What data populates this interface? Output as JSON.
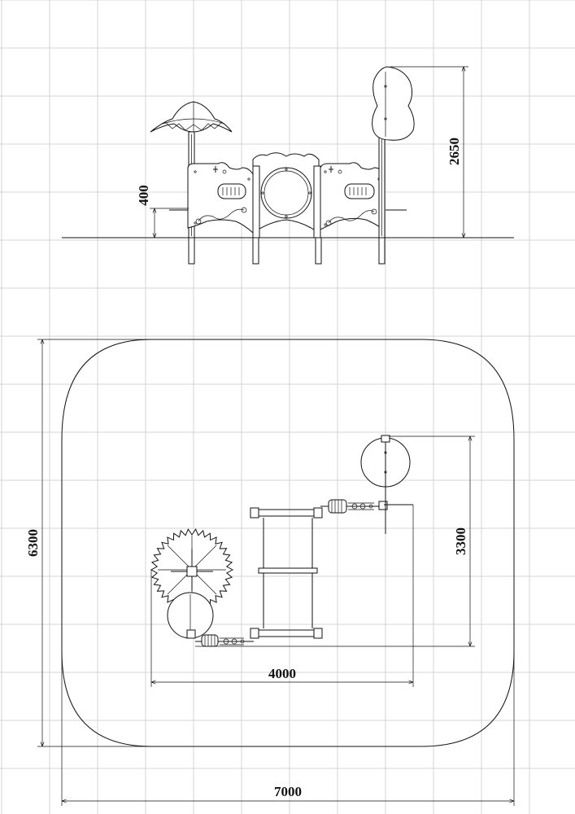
{
  "dimensions": {
    "platform_height": "400",
    "total_height": "2650",
    "zone_depth": "6300",
    "equipment_depth": "3300",
    "equipment_width": "4000",
    "zone_width": "7000"
  },
  "colors": {
    "line": "#111111",
    "grid": "#c9c9c9",
    "background": "#ffffff"
  }
}
